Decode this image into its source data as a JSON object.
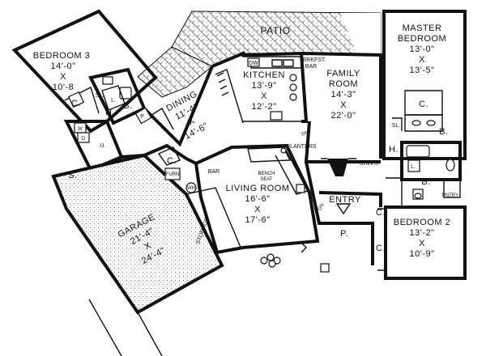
{
  "rooms": {
    "patio": {
      "name": "PATIO"
    },
    "bedroom3": {
      "name": "BEDROOM 3",
      "d1": "14'-0\"",
      "x": "X",
      "d2": "10'-8"
    },
    "master": {
      "name1": "MASTER",
      "name2": "BEDROOM",
      "d1": "13'-0\"",
      "x": "X",
      "d2": "13'-5\""
    },
    "kitchen": {
      "name": "KITCHEN",
      "d1": "13'-9\"",
      "x": "X",
      "d2": "12'-2\""
    },
    "family": {
      "name1": "FAMILY",
      "name2": "ROOM",
      "d1": "14'-3\"",
      "x": "X",
      "d2": "22'-0\""
    },
    "dining": {
      "name": "DINING",
      "d1": "11'-4\"",
      "x": "X",
      "d2": "14'-6\""
    },
    "living": {
      "name": "LIVING ROOM",
      "d1": "16'-6\"",
      "x": "X",
      "d2": "17'-6\""
    },
    "garage": {
      "name": "GARAGE",
      "d1": "21'-4\"",
      "x": "X",
      "d2": "24'-4\""
    },
    "bedroom2": {
      "name": "BEDROOM 2",
      "d1": "13'-2\"",
      "x": "X",
      "d2": "10'-9\""
    },
    "entry": {
      "name": "ENTRY"
    }
  },
  "labels": {
    "dw": "DW",
    "brkfst1": "BRKFST.",
    "brkfst2": "BAR",
    "planters": "PLANTERS",
    "shlvs": "SHLVS.",
    "dn_family": "DN.",
    "dn_entry": "DN.",
    "bench1": "BENCH",
    "bench2": "SEAT",
    "bar": "BAR",
    "furn": "FURN",
    "wh": "WH",
    "storage": "STORAGE",
    "pntry": "PNTRY",
    "s": "S.",
    "h_left": "H.",
    "h_right": "H.",
    "c_b3": "C.",
    "c_master": "C.",
    "c_garage": "C.",
    "c_entry1": "C.",
    "c_entry2": "C.",
    "sl_b3": "SL.",
    "sl_master": "SL.",
    "b_left": "B.",
    "b_right1": "B.",
    "b_right2": "B.",
    "l_left": "L.",
    "l_right": "L.",
    "p_dining": "P.",
    "p_entry": "P.",
    "w": "W",
    "d": "D",
    "u": "U."
  }
}
